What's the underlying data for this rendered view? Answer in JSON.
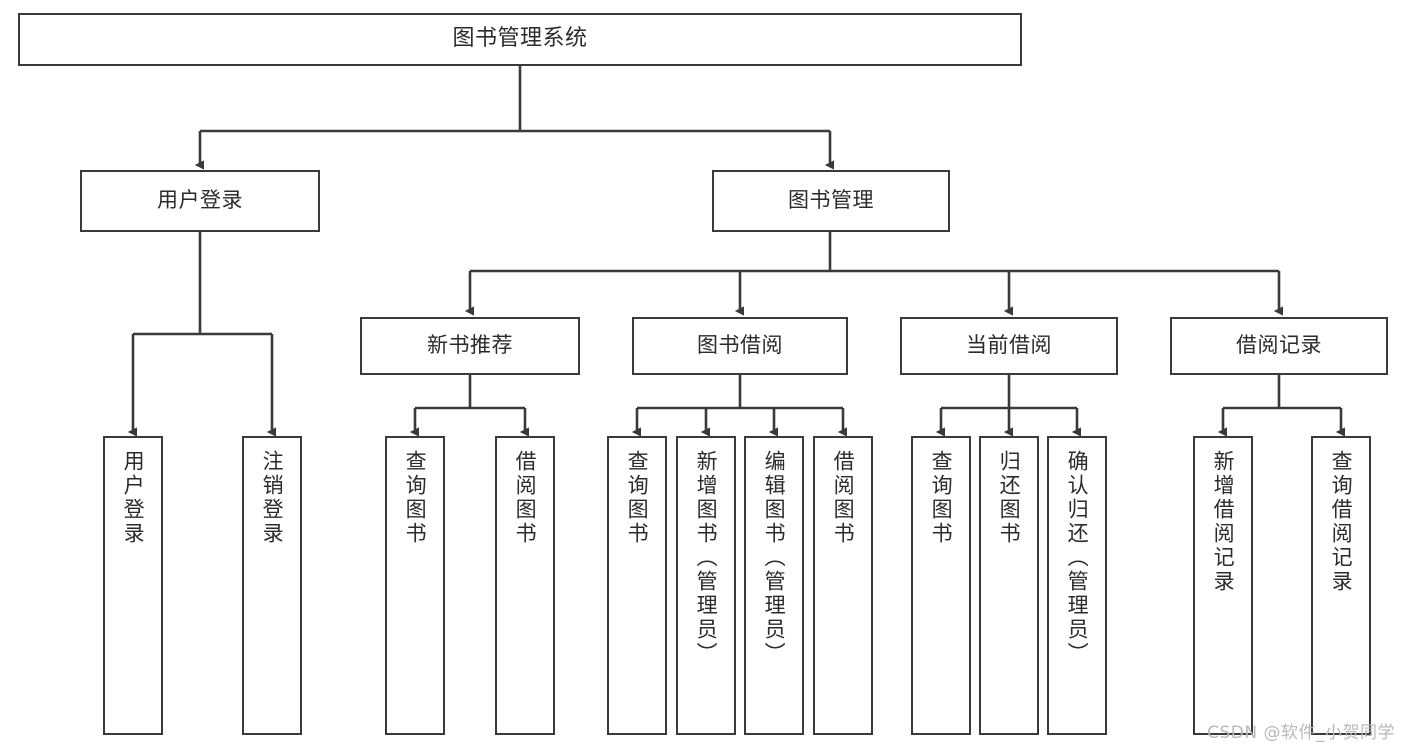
{
  "diagram": {
    "title": "图书管理系统",
    "type": "tree-hierarchy",
    "stroke_color": "#3a3a3a",
    "fill_color": "#ffffff",
    "text_color": "#2b2b2b"
  },
  "nodes": {
    "root": {
      "label": "图书管理系统"
    },
    "level2": [
      {
        "label": "用户登录"
      },
      {
        "label": "图书管理"
      }
    ],
    "level3": [
      {
        "label": "新书推荐"
      },
      {
        "label": "图书借阅"
      },
      {
        "label": "当前借阅"
      },
      {
        "label": "借阅记录"
      }
    ],
    "leaves": {
      "user_login": [
        {
          "label": "用户登录"
        },
        {
          "label": "注销登录"
        }
      ],
      "new_book_recommend": [
        {
          "label": "查询图书"
        },
        {
          "label": "借阅图书"
        }
      ],
      "book_borrow": [
        {
          "label": "查询图书"
        },
        {
          "label": "新增图书（管理员）"
        },
        {
          "label": "编辑图书（管理员）"
        },
        {
          "label": "借阅图书"
        }
      ],
      "current_borrow": [
        {
          "label": "查询图书"
        },
        {
          "label": "归还图书"
        },
        {
          "label": "确认归还（管理员）"
        }
      ],
      "borrow_record": [
        {
          "label": "新增借阅记录"
        },
        {
          "label": "查询借阅记录"
        }
      ]
    }
  },
  "watermark": {
    "text": "CSDN @软件_小贺同学"
  }
}
